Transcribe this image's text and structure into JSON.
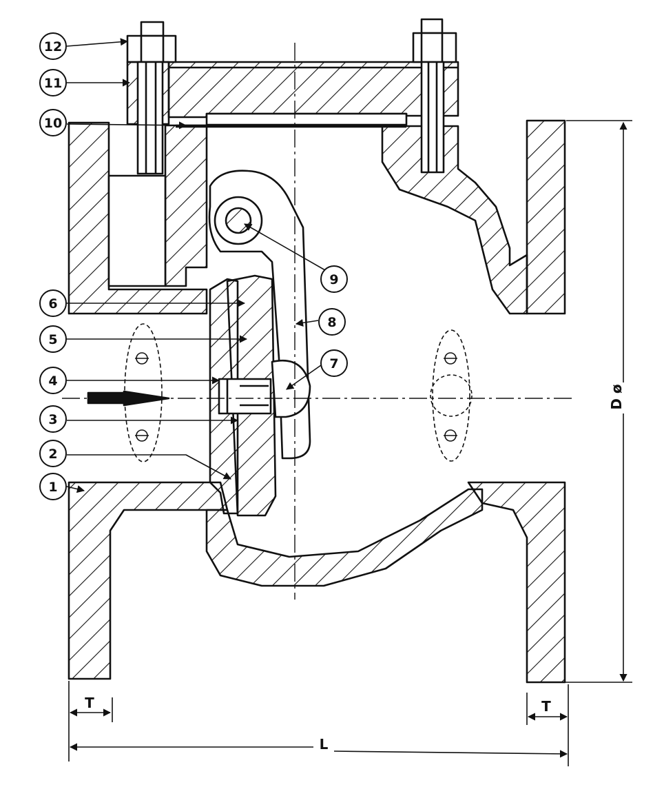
{
  "part_labels": [
    "1",
    "2",
    "3",
    "4",
    "5",
    "6",
    "7",
    "8",
    "9",
    "10",
    "11",
    "12"
  ],
  "dimensions": {
    "thickness_left": "T",
    "thickness_right": "T",
    "length": "L",
    "diameter": "D ø"
  },
  "colors": {
    "ink": "#111111",
    "paper": "#ffffff"
  }
}
